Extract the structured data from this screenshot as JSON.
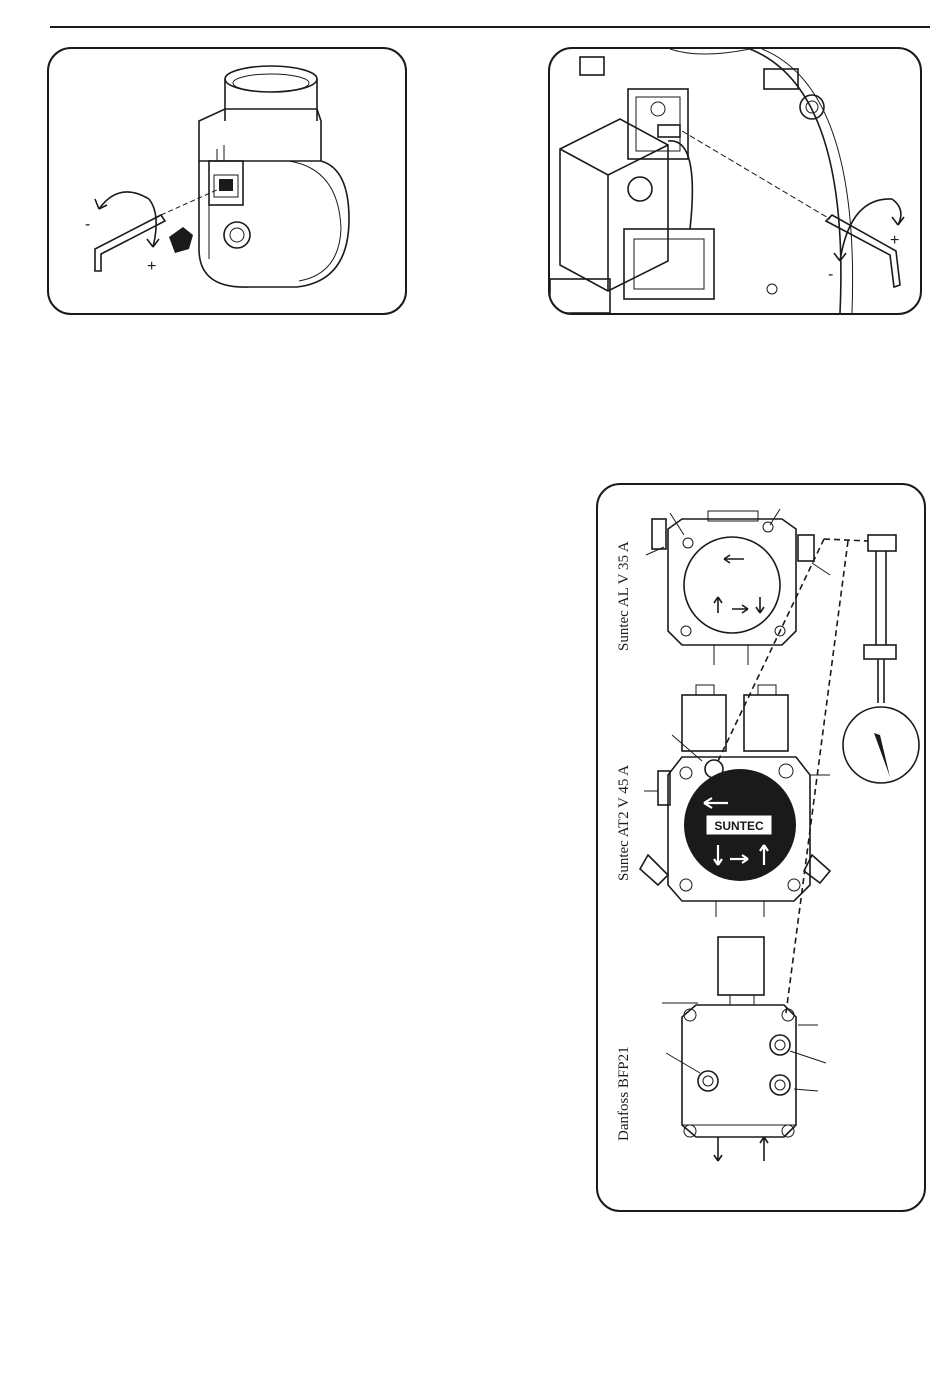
{
  "pumps": {
    "labels": [
      "Suntec AL V 35 A",
      "Suntec AT2 V 45 A",
      "Danfoss BFP21"
    ],
    "brand_plate": "SUNTEC"
  },
  "adjust_marks": {
    "plus": "+",
    "minus": "-"
  },
  "icons": [
    "hex-key-icon",
    "rotation-arrow-icon",
    "pressure-gauge-icon",
    "direction-arrow-icon"
  ]
}
